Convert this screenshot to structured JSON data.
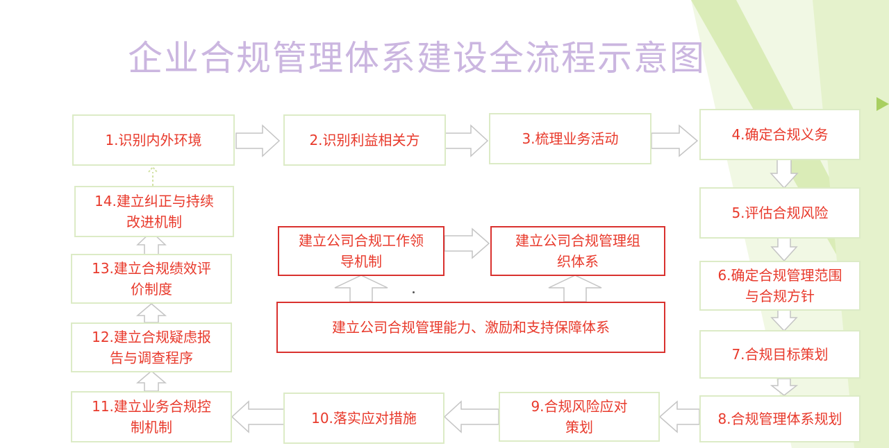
{
  "title": "企业合规管理体系建设全流程示意图",
  "steps": {
    "s1": "1.识别内外环境",
    "s2": "2.识别利益相关方",
    "s3": "3.梳理业务活动",
    "s4": "4.确定合规义务",
    "s5": "5.评估合规风险",
    "s6": "6.确定合规管理范围与合规方针",
    "s7": "7.合规目标策划",
    "s8": "8.合规管理体系规划",
    "s9": "9.合规风险应对策划",
    "s10": "10.落实应对措施",
    "s11": "11.建立业务合规控制机制",
    "s12": "12.建立合规疑虑报告与调查程序",
    "s13": "13.建立合规绩效评价制度",
    "s14": "14.建立纠正与持续改进机制"
  },
  "support": {
    "leadership": "建立公司合规工作领导机制",
    "organization": "建立公司合规管理组织体系",
    "capability": "建立公司合规管理能力、激励和支持保障体系"
  },
  "colors": {
    "step_text": "#e8392b",
    "green_border": "#dcebc6",
    "red_border": "#d9312e",
    "title": "#cbb6e0",
    "decor_green": "#c9e29a"
  }
}
